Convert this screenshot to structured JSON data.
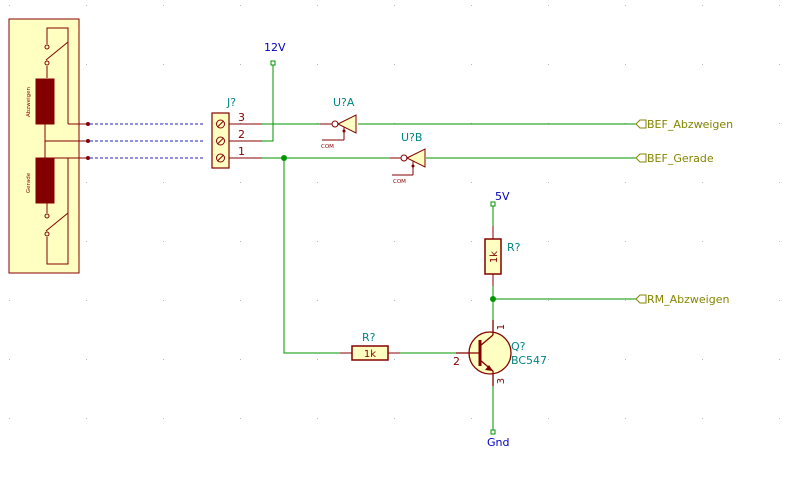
{
  "colors": {
    "wire": "#009600",
    "component": "#840000",
    "component_fill": "#ffffc2",
    "junction": "#009600",
    "dashed": "#2020c0",
    "label_teal": "#008484",
    "label_blue": "#0000c2",
    "port": "#848400",
    "grid": "#b8b8b8",
    "block_fill": "#ffffc2",
    "block_border": "#840000"
  },
  "turnout": {
    "coil_top_label": "Abzweigen",
    "coil_bottom_label": "Gerade"
  },
  "connector": {
    "ref": "J?",
    "pin3": "3",
    "pin2": "2",
    "pin1": "1"
  },
  "power": {
    "v12": "12V",
    "v5": "5V",
    "gnd": "Gnd"
  },
  "inverter_a": {
    "ref": "U?A",
    "com": "COM"
  },
  "inverter_b": {
    "ref": "U?B",
    "com": "COM"
  },
  "resistor_top": {
    "ref": "R?",
    "value": "1k"
  },
  "resistor_base": {
    "ref": "R?",
    "value": "1k"
  },
  "transistor": {
    "ref": "Q?",
    "value": "BC547",
    "pin_c": "1",
    "pin_b": "2",
    "pin_e": "3"
  },
  "ports": {
    "bef_abzweigen": "BEF_Abzweigen",
    "bef_gerade": "BEF_Gerade",
    "rm_abzweigen": "RM_Abzweigen"
  }
}
